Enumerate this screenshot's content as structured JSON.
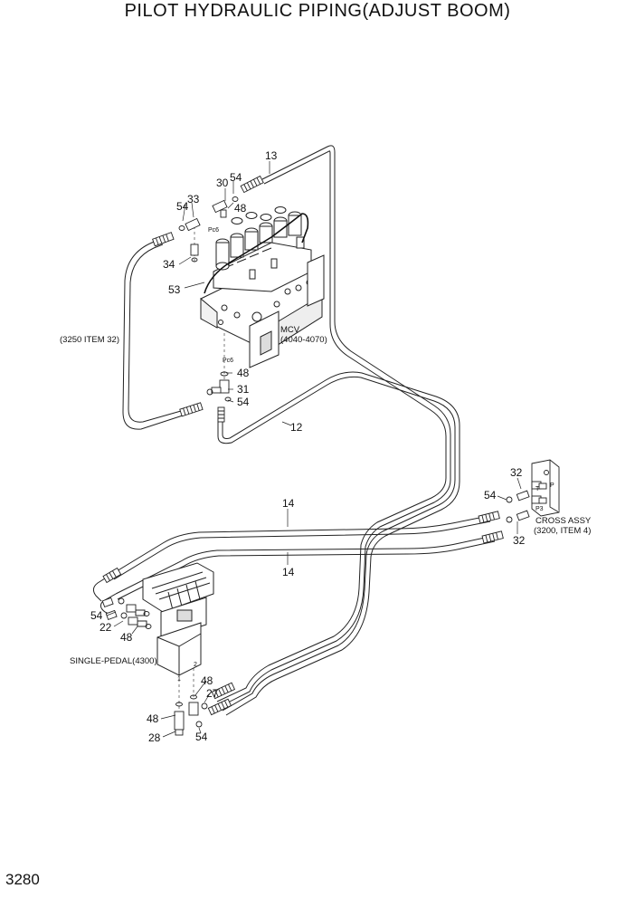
{
  "title": "PILOT HYDRAULIC PIPING(ADJUST BOOM)",
  "page_number": "3280",
  "components": {
    "mcv": {
      "line1": "MCV",
      "line2": "(4040-4070)"
    },
    "pilot_line_ref": "(3250 ITEM 32)",
    "cross_assy": {
      "line1": "CROSS ASSY",
      "line2": "(3200, ITEM 4)"
    },
    "single_pedal": "SINGLE-PEDAL(4300)"
  },
  "port_labels": {
    "pc6_top": "Pc6",
    "pc6_bottom": "Pc6",
    "pedal_port_1": "1",
    "pedal_port_2": "2",
    "cross_p": "P",
    "cross_t": "T",
    "cross_p3": "P3"
  },
  "callouts": {
    "c13": "13",
    "c54_top": "54",
    "c30": "30",
    "c48_top": "48",
    "c54_left": "54",
    "c33": "33",
    "c34": "34",
    "c53": "53",
    "c48_mid": "48",
    "c31": "31",
    "c54_mid": "54",
    "c12": "12",
    "c14_upper": "14",
    "c14_lower": "14",
    "c32_top": "32",
    "c54_cross": "54",
    "c32_bottom": "32",
    "c54_pedal": "54",
    "c22": "22",
    "c48_pedal": "48",
    "c48_low_right": "48",
    "c27": "27",
    "c48_low_left": "48",
    "c28": "28",
    "c54_low": "54"
  }
}
